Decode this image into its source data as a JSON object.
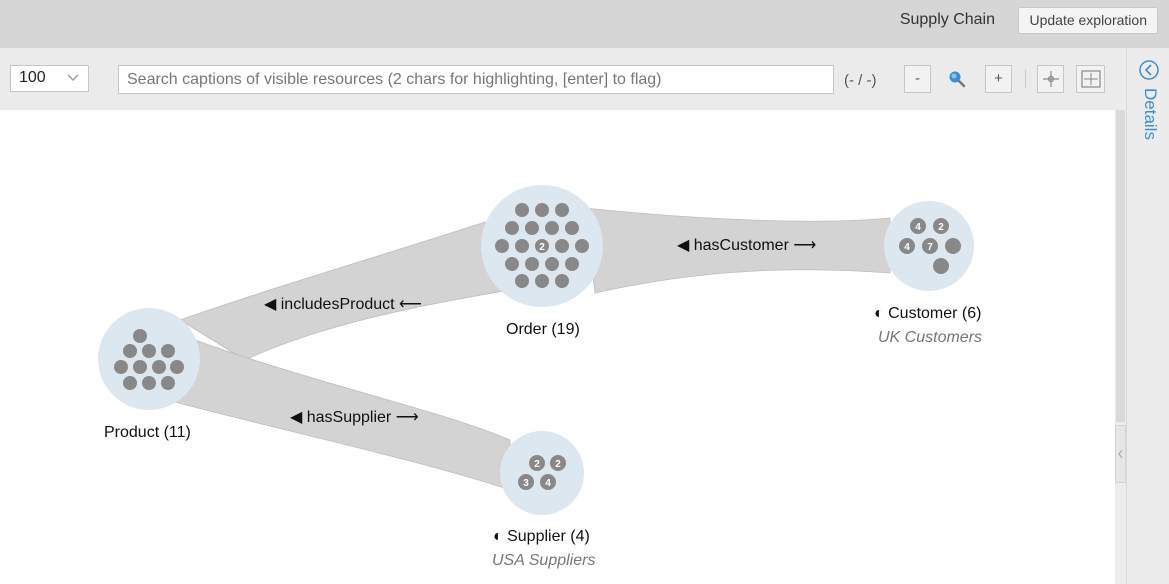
{
  "header": {
    "title": "Supply Chain",
    "update_button": "Update exploration"
  },
  "toolbar": {
    "limit_value": "100",
    "search_placeholder": "Search captions of visible resources (2 chars for highlighting, [enter] to flag)",
    "result_counter": "(- / -)",
    "zoom_out": "-",
    "zoom_in": "+"
  },
  "sidebar": {
    "details_label": "Details"
  },
  "graph": {
    "nodes": [
      {
        "id": "product",
        "label": "Product (11)",
        "subtitle": ""
      },
      {
        "id": "order",
        "label": "Order (19)",
        "subtitle": "",
        "badges": [
          "2"
        ]
      },
      {
        "id": "customer",
        "label": "◐ Customer (6)",
        "subtitle": "UK Customers",
        "badges": [
          "4",
          "2",
          "4",
          "7"
        ]
      },
      {
        "id": "supplier",
        "label": "◐ Supplier (4)",
        "subtitle": "USA Suppliers",
        "badges": [
          "2",
          "2",
          "3",
          "4"
        ]
      }
    ],
    "edges": [
      {
        "from": "product",
        "to": "order",
        "label": "◀ includesProduct ⟵"
      },
      {
        "from": "order",
        "to": "customer",
        "label": "◀ hasCustomer ⟶"
      },
      {
        "from": "product",
        "to": "supplier",
        "label": "◀ hasSupplier ⟶"
      }
    ]
  },
  "colors": {
    "node_fill": "#dce7f0",
    "dot": "#888888",
    "edge": "#d3d3d3",
    "accent": "#3a8fd6"
  }
}
